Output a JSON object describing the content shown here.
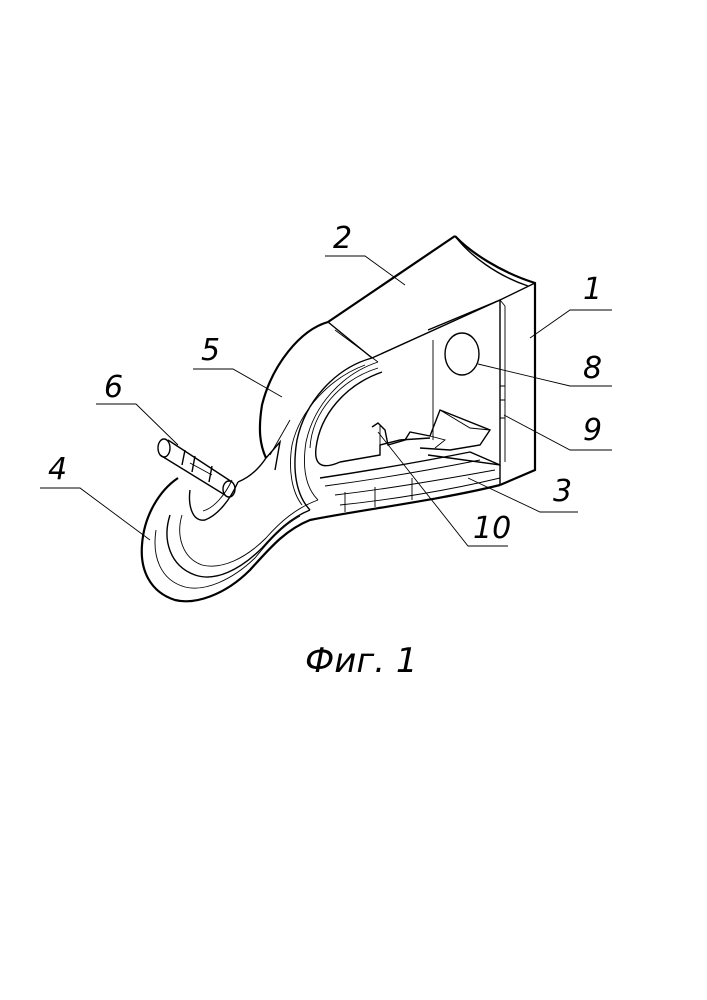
{
  "figure": {
    "caption": "Фиг. 1",
    "labels": {
      "l1": "1",
      "l2": "2",
      "l3": "3",
      "l4": "4",
      "l5": "5",
      "l6": "6",
      "l8": "8",
      "l9": "9",
      "l10": "10"
    }
  }
}
